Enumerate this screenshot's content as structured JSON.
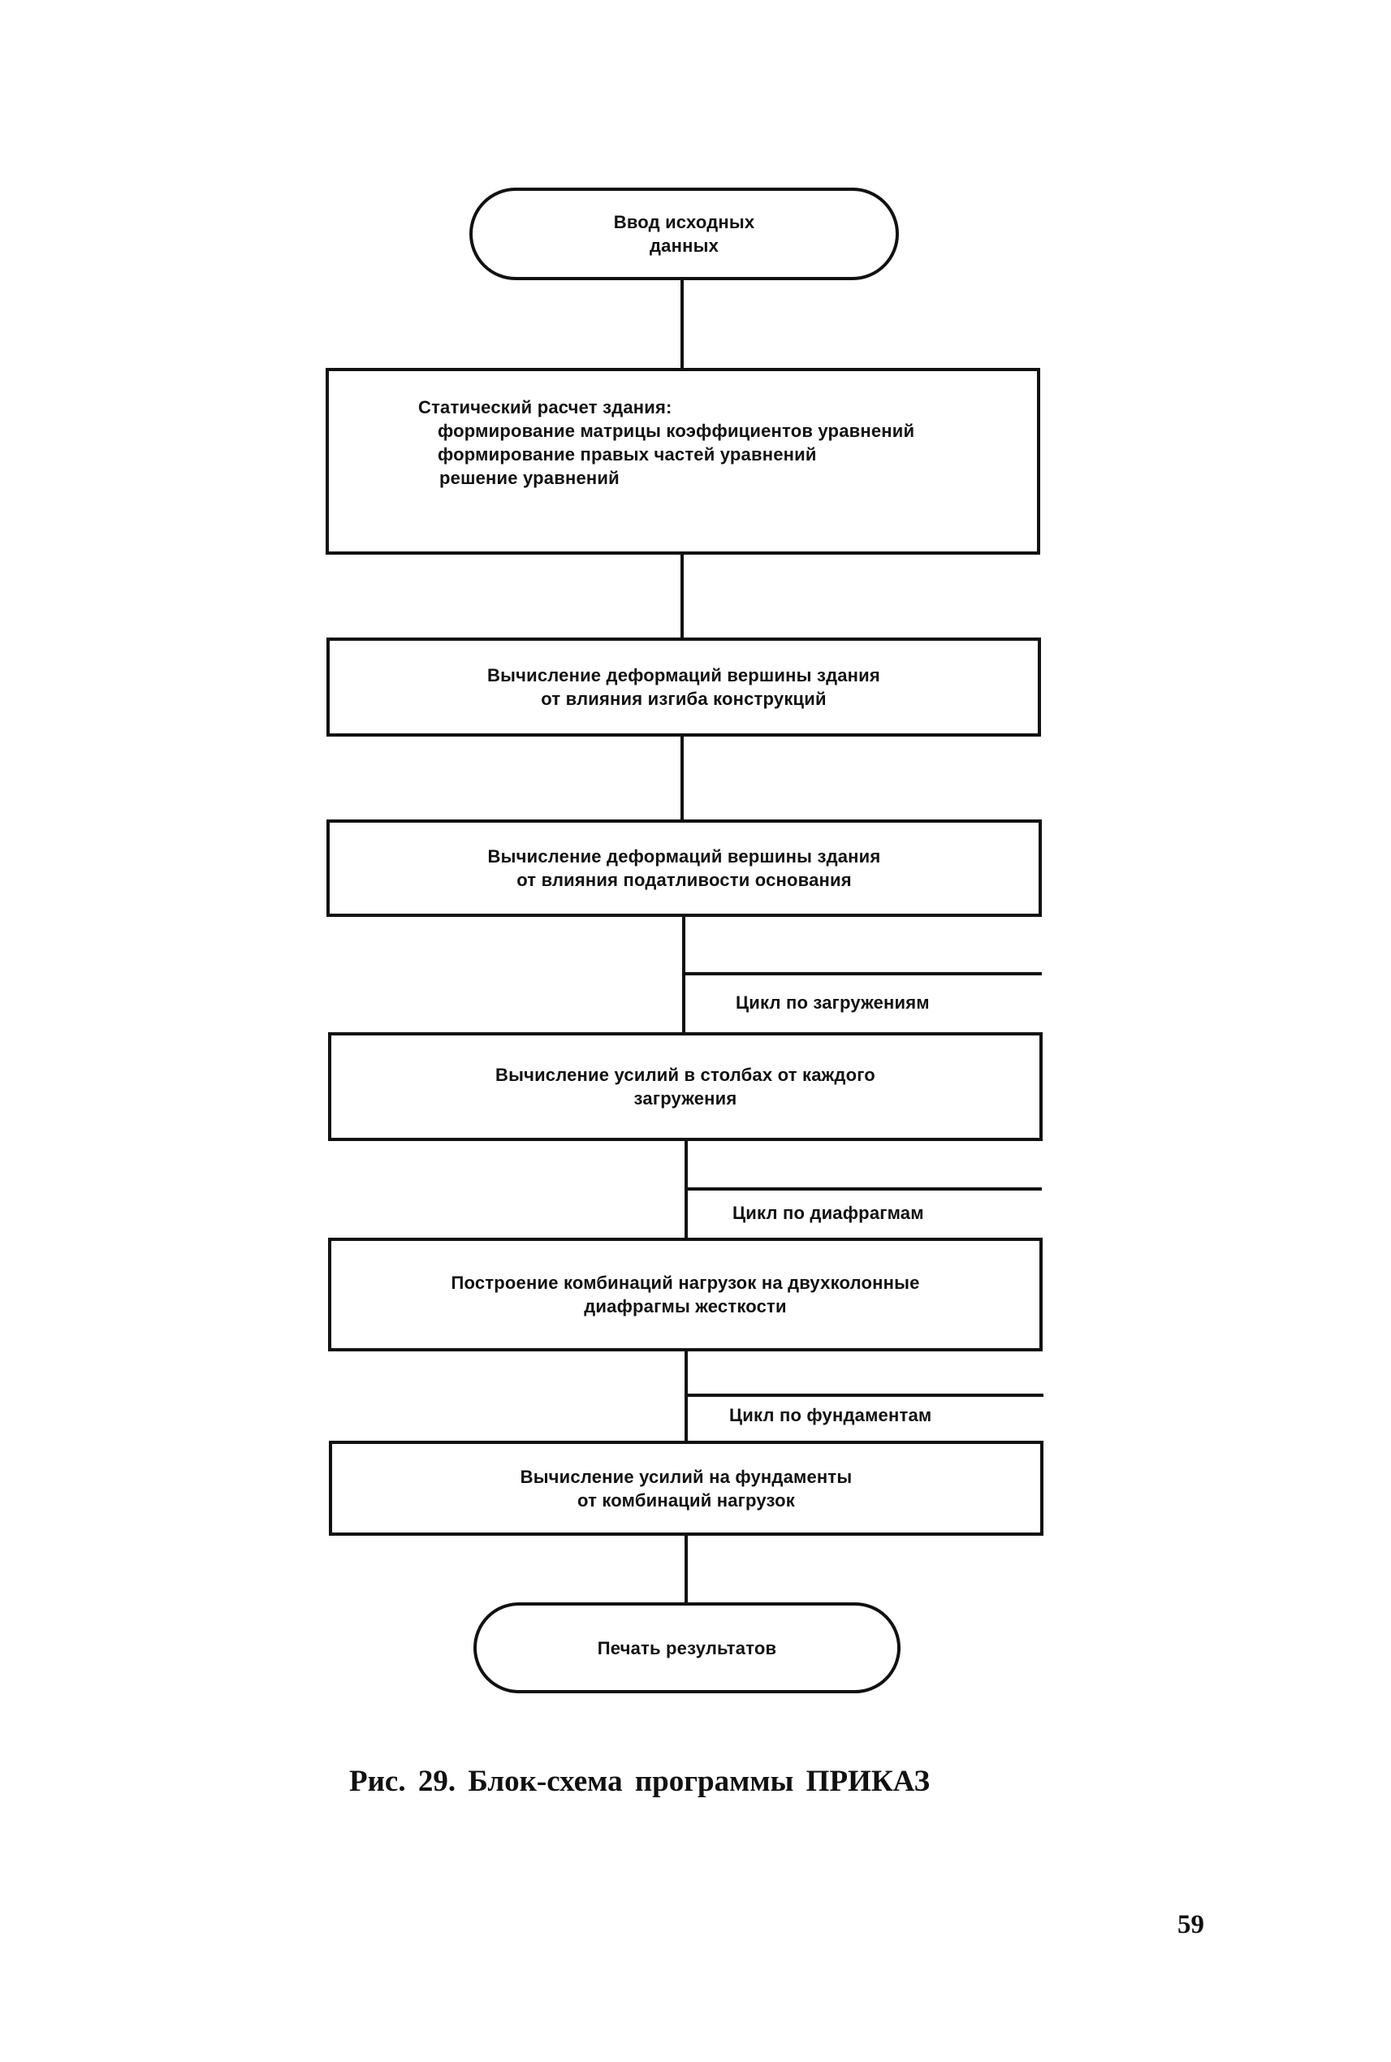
{
  "flowchart": {
    "start": {
      "lines": [
        "Ввод исходных",
        "данных"
      ]
    },
    "static_calc": {
      "title": "Статический расчет здания:",
      "steps": [
        "формирование матрицы коэффициентов уравнений",
        "формирование правых частей уравнений",
        "решение уравнений"
      ]
    },
    "bending": {
      "lines": [
        "Вычисление деформаций вершины здания",
        "от влияния изгиба конструкций"
      ]
    },
    "foundation_compliance": {
      "lines": [
        "Вычисление деформаций вершины здания",
        "от влияния податливости основания"
      ]
    },
    "loop_loads": "Цикл по загружениям",
    "column_forces": {
      "lines": [
        "Вычисление усилий в столбах от каждого",
        "загружения"
      ]
    },
    "loop_diaphragms": "Цикл по диафрагмам",
    "load_combinations": {
      "lines": [
        "Построение комбинаций нагрузок на двухколонные",
        "диафрагмы жесткости"
      ]
    },
    "loop_foundations": "Цикл по фундаментам",
    "foundation_forces": {
      "lines": [
        "Вычисление усилий на фундаменты",
        "от комбинаций нагрузок"
      ]
    },
    "end": {
      "lines": [
        "Печать результатов"
      ]
    }
  },
  "caption": {
    "text": "Рис. 29. Блок-схема программы ПРИКАЗ"
  },
  "page_number": "59"
}
